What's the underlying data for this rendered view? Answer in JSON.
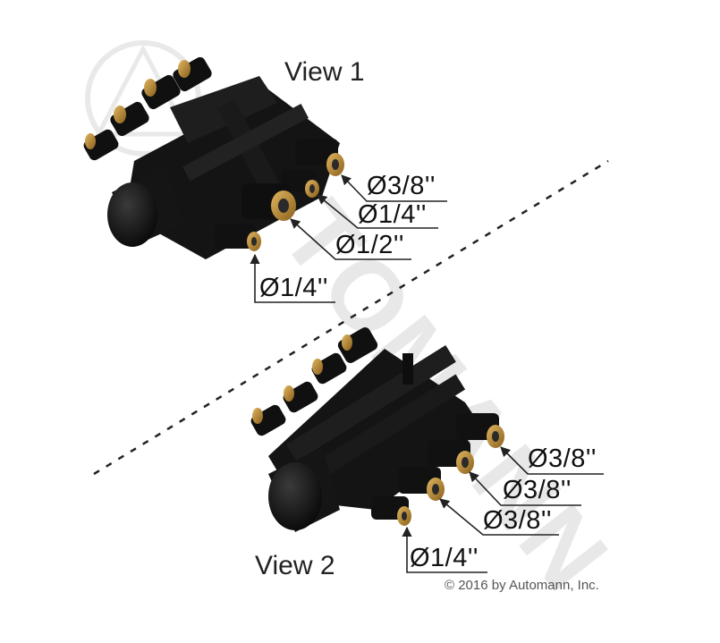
{
  "view1": {
    "title": "View 1",
    "callouts": [
      "Ø3/8''",
      "Ø1/4''",
      "Ø1/2''",
      "Ø1/4''"
    ]
  },
  "view2": {
    "title": "View 2",
    "callouts": [
      "Ø3/8''",
      "Ø3/8''",
      "Ø3/8''",
      "Ø1/4''"
    ]
  },
  "copyright": "© 2016 by Automann, Inc.",
  "watermark": "AUTOMANN",
  "colors": {
    "body": "#111111",
    "fitting": "#b8892e",
    "line": "#222222",
    "watermark": "#cccccc"
  }
}
